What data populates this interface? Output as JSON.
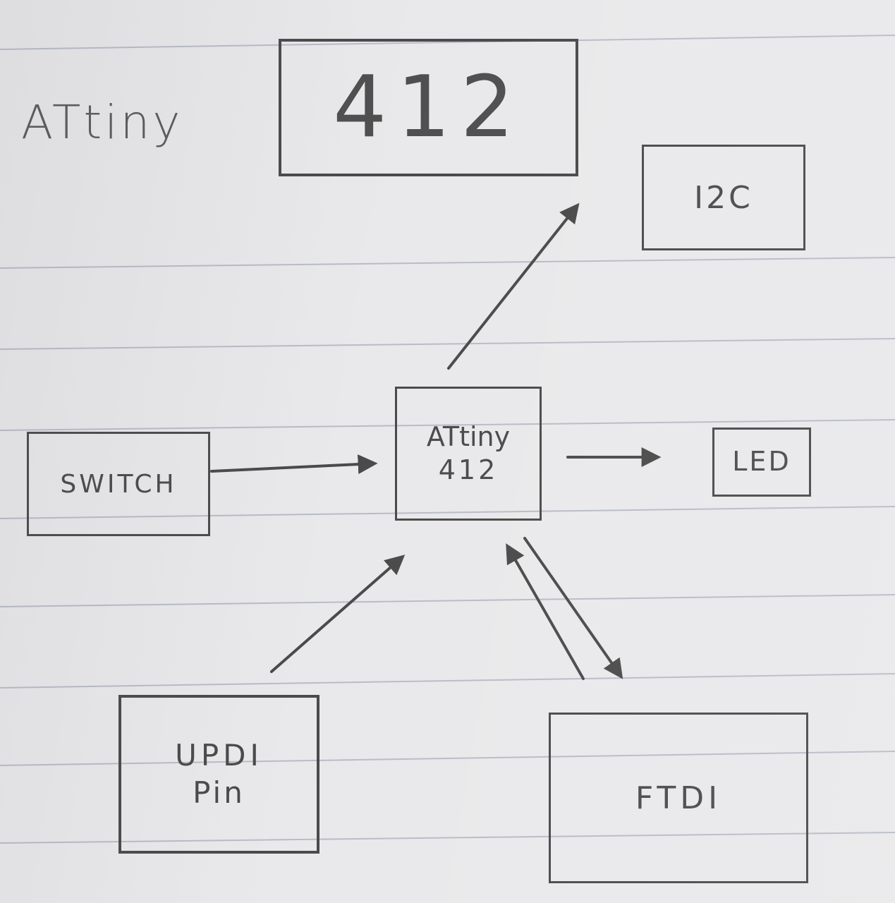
{
  "title": {
    "prefix": "ATtiny",
    "number": "412"
  },
  "nodes": {
    "i2c": {
      "label": "I2C"
    },
    "center": {
      "line1": "ATtiny",
      "line2": "412"
    },
    "switch": {
      "label": "SWITCH"
    },
    "led": {
      "label": "LED"
    },
    "updi": {
      "line1": "UPDI",
      "line2": "Pin"
    },
    "ftdi": {
      "label": "FTDI"
    }
  },
  "edges": [
    {
      "from": "ATtiny 412",
      "to": "I2C",
      "direction": "one-way"
    },
    {
      "from": "SWITCH",
      "to": "ATtiny 412",
      "direction": "one-way"
    },
    {
      "from": "ATtiny 412",
      "to": "LED",
      "direction": "one-way"
    },
    {
      "from": "UPDI Pin",
      "to": "ATtiny 412",
      "direction": "one-way"
    },
    {
      "from": "FTDI",
      "to": "ATtiny 412",
      "direction": "two-way"
    }
  ],
  "colors": {
    "ink": "#4a4a4a",
    "paper": "#e9e9eb",
    "rule": "#b8bcc6"
  }
}
